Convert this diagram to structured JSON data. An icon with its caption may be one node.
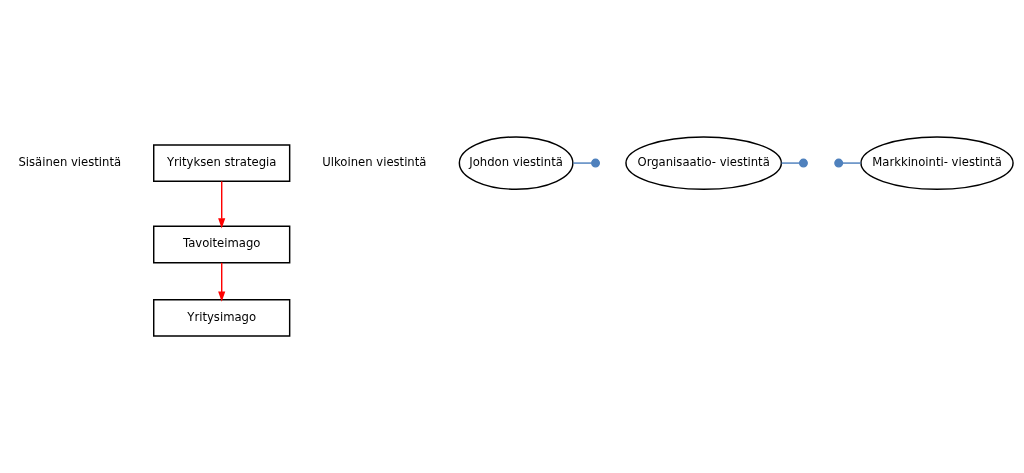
{
  "diagram": {
    "nodes": [
      {
        "text": [
          "Yrityksen strategia"
        ]
      },
      {
        "text": [
          "Johdon viestintä"
        ]
      },
      {
        "text": [
          "Tavoiteimago"
        ]
      },
      {
        "text": [
          "Organisaatio- viestintä"
        ]
      },
      {
        "text": [
          "Markkinointi- viestintä"
        ]
      },
      {
        "text": [
          "Yritysimago"
        ]
      }
    ],
    "edges": [
      {
        "from": 0,
        "to": 2,
        "arrow": "to",
        "color": "#ff0000"
      },
      {
        "from": 2,
        "to": 5,
        "arrow": "to",
        "color": "#ff0000"
      },
      {
        "from": 1,
        "to": null,
        "arrow": "other",
        "color": "#4f81bd"
      },
      {
        "from": 3,
        "to": null,
        "arrow": "other",
        "color": "#4f81bd"
      },
      {
        "from": 4,
        "to": null,
        "arrow": "other",
        "color": "#4f81bd"
      }
    ],
    "labels": [
      "Sisäinen viestintä",
      "Ulkoinen viestintä"
    ]
  }
}
